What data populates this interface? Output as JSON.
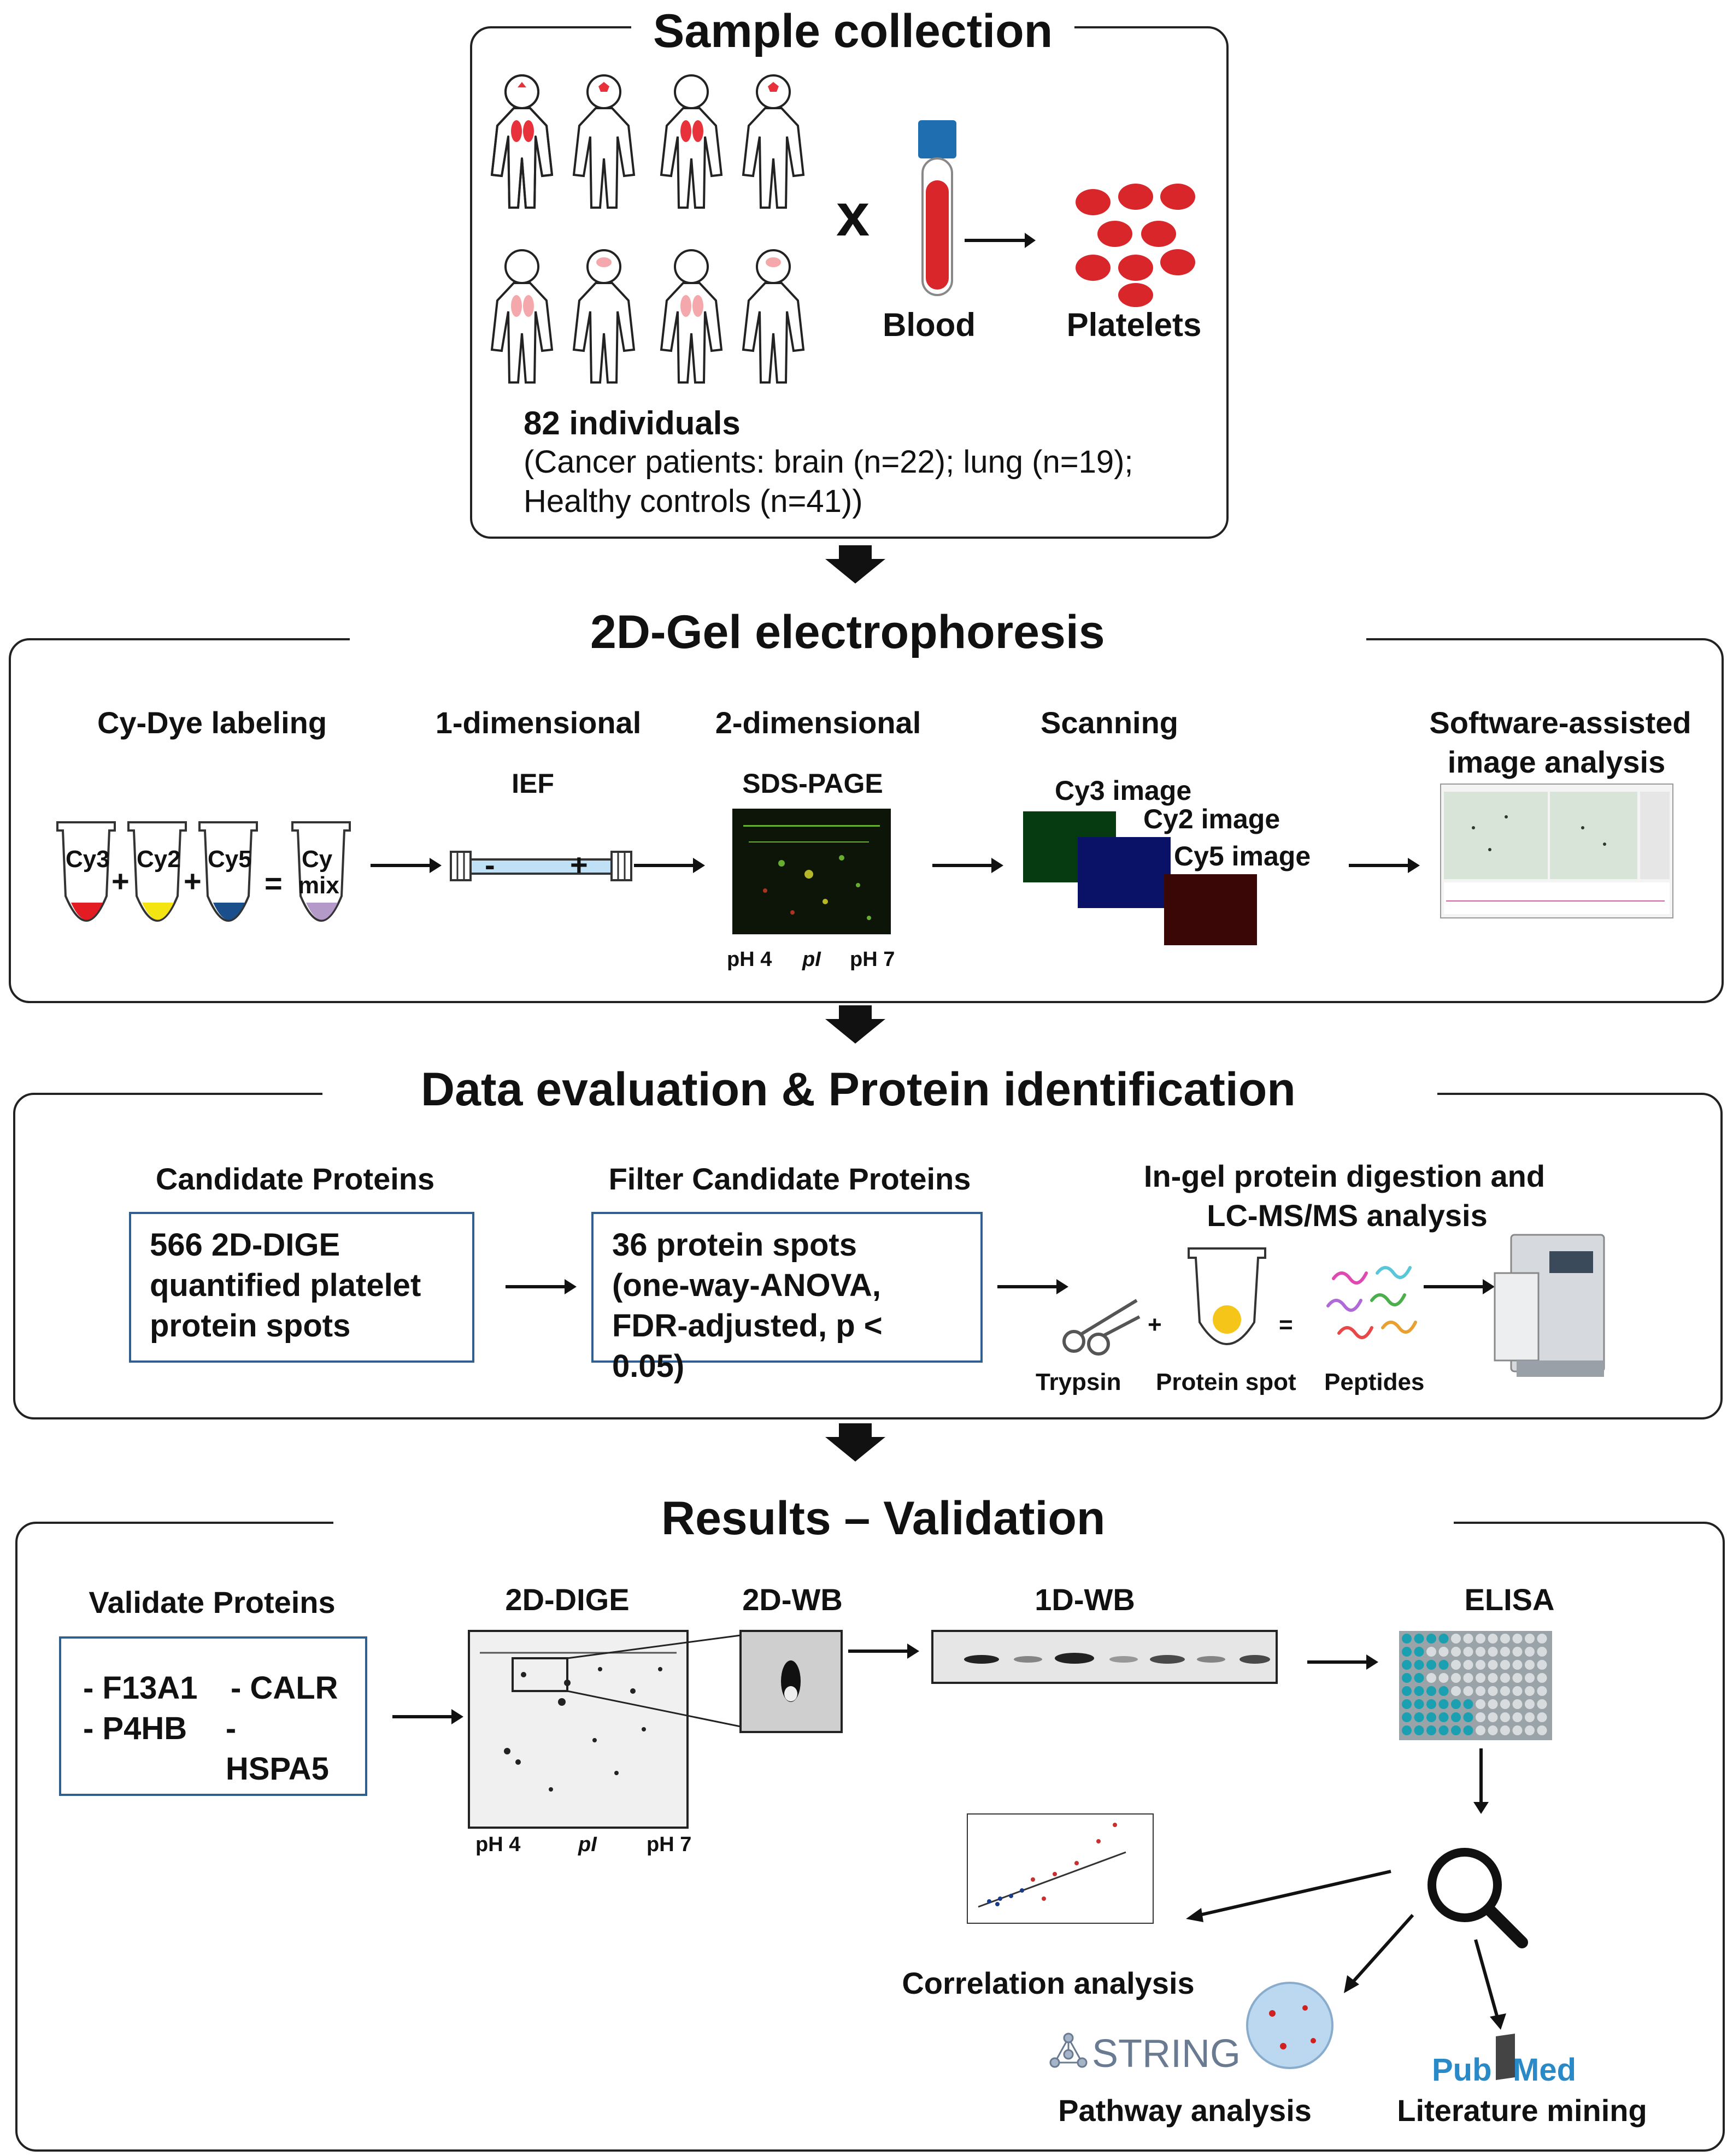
{
  "panel1": {
    "title": "Sample collection",
    "times": "x",
    "blood": "Blood",
    "platelets": "Platelets",
    "individuals": "82 individuals",
    "detail1": "(Cancer patients: brain (n=22); lung (n=19);",
    "detail2": "Healthy controls (n=41))"
  },
  "panel2": {
    "title": "2D-Gel electrophoresis",
    "cydye": "Cy-Dye labeling",
    "tubes": [
      "Cy3",
      "Cy2",
      "Cy5"
    ],
    "plus": "+",
    "equals": "=",
    "mix1": "Cy",
    "mix2": "mix",
    "dim1": "1-dimensional",
    "ief": "IEF",
    "strip_minus": "-",
    "strip_plus": "+",
    "dim2": "2-dimensional",
    "sdspage": "SDS-PAGE",
    "ph4": "pH 4",
    "pi": "pI",
    "ph7": "pH 7",
    "scanning": "Scanning",
    "cy3img": "Cy3 image",
    "cy2img": "Cy2 image",
    "cy5img": "Cy5 image",
    "software1": "Software-assisted",
    "software2": "image analysis"
  },
  "panel3": {
    "title": "Data evaluation & Protein identification",
    "candidate": "Candidate Proteins",
    "box1": [
      "566 2D-DIGE",
      "quantified platelet",
      "protein spots"
    ],
    "filter": "Filter Candidate Proteins",
    "box2": [
      "36 protein spots",
      "(one-way-ANOVA,",
      "FDR-adjusted, p < 0.05)"
    ],
    "ingel1": "In-gel protein digestion and",
    "ingel2": "LC-MS/MS analysis",
    "plus": "+",
    "equals": "=",
    "trypsin": "Trypsin",
    "spot": "Protein spot",
    "peptides": "Peptides"
  },
  "panel4": {
    "title": "Results – Validation",
    "validate": "Validate Proteins",
    "proteins": [
      "- F13A1",
      "- CALR",
      "- P4HB",
      "- HSPA5"
    ],
    "dige": "2D-DIGE",
    "wb2d": "2D-WB",
    "wb1d": "1D-WB",
    "elisa": "ELISA",
    "ph4": "pH 4",
    "pi": "pI",
    "ph7": "pH 7",
    "correlation": "Correlation analysis",
    "string": "STRING",
    "pathway": "Pathway analysis",
    "pub": "Pub",
    "med": "Med",
    "literature": "Literature mining"
  },
  "colors": {
    "border": "#222222",
    "boxborder": "#2f5f8f",
    "blood_red": "#d9262b",
    "tube_blue": "#1f6fb0"
  }
}
